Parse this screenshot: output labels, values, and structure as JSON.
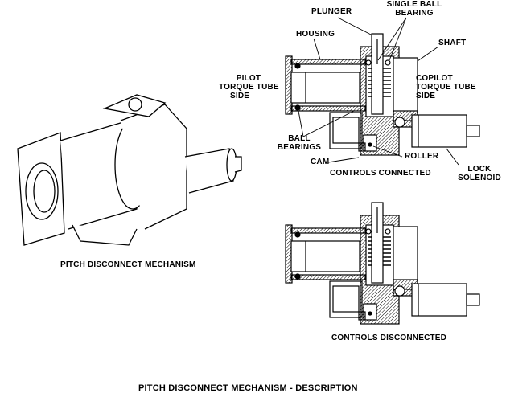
{
  "figure_title": "PITCH DISCONNECT MECHANISM - DESCRIPTION",
  "left_view": {
    "caption": "PITCH DISCONNECT MECHANISM"
  },
  "top_view": {
    "caption": "CONTROLS CONNECTED",
    "labels": {
      "plunger": "PLUNGER",
      "single_ball_bearing_1": "SINGLE BALL",
      "single_ball_bearing_2": "BEARING",
      "housing": "HOUSING",
      "shaft": "SHAFT",
      "pilot_1": "PILOT",
      "pilot_2": "TORQUE TUBE",
      "pilot_3": "SIDE",
      "copilot_1": "COPILOT",
      "copilot_2": "TORQUE TUBE",
      "copilot_3": "SIDE",
      "ball_bearings_1": "BALL",
      "ball_bearings_2": "BEARINGS",
      "cam": "CAM",
      "roller": "ROLLER",
      "lock_solenoid_1": "LOCK",
      "lock_solenoid_2": "SOLENOID"
    }
  },
  "bottom_view": {
    "caption": "CONTROLS DISCONNECTED"
  }
}
